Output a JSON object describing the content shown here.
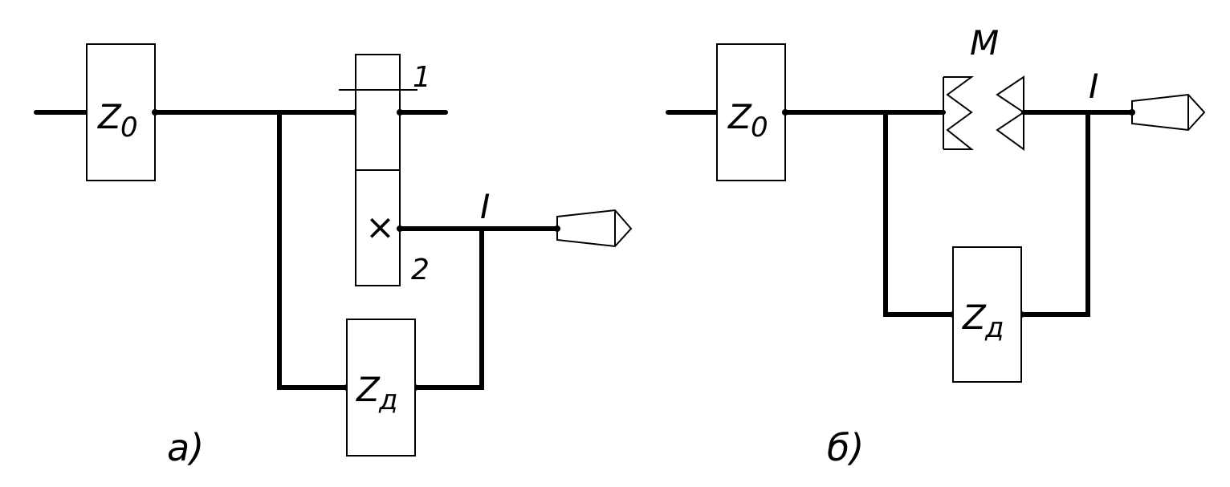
{
  "diagram_a": {
    "caption": "а)",
    "z0": {
      "main": "Z",
      "sub": "0"
    },
    "zd": {
      "main": "Z",
      "sub": "д"
    },
    "node_1": "1",
    "node_2": "2",
    "current": "I",
    "cross": "×"
  },
  "diagram_b": {
    "caption": "б)",
    "z0": {
      "main": "Z",
      "sub": "0"
    },
    "zd": {
      "main": "Z",
      "sub": "д"
    },
    "coupler": "М",
    "current": "I"
  }
}
